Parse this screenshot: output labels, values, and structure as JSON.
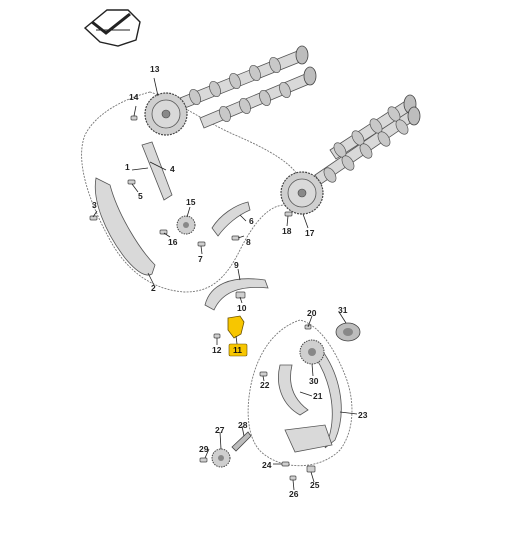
{
  "diagram": {
    "highlight_color": "#f7c600",
    "highlighted_part": "11",
    "logo_icon": "stamp-check-icon",
    "callouts": [
      {
        "id": "1",
        "label": "1"
      },
      {
        "id": "2",
        "label": "2"
      },
      {
        "id": "3",
        "label": "3"
      },
      {
        "id": "4",
        "label": "4"
      },
      {
        "id": "5",
        "label": "5"
      },
      {
        "id": "6",
        "label": "6"
      },
      {
        "id": "7",
        "label": "7"
      },
      {
        "id": "8",
        "label": "8"
      },
      {
        "id": "9",
        "label": "9"
      },
      {
        "id": "10",
        "label": "10"
      },
      {
        "id": "11",
        "label": "11"
      },
      {
        "id": "12",
        "label": "12"
      },
      {
        "id": "13",
        "label": "13"
      },
      {
        "id": "14",
        "label": "14"
      },
      {
        "id": "15",
        "label": "15"
      },
      {
        "id": "16",
        "label": "16"
      },
      {
        "id": "17",
        "label": "17"
      },
      {
        "id": "18",
        "label": "18"
      },
      {
        "id": "20",
        "label": "20"
      },
      {
        "id": "21",
        "label": "21"
      },
      {
        "id": "22",
        "label": "22"
      },
      {
        "id": "23",
        "label": "23"
      },
      {
        "id": "24",
        "label": "24"
      },
      {
        "id": "25",
        "label": "25"
      },
      {
        "id": "26",
        "label": "26"
      },
      {
        "id": "27",
        "label": "27"
      },
      {
        "id": "28",
        "label": "28"
      },
      {
        "id": "29",
        "label": "29"
      },
      {
        "id": "30",
        "label": "30"
      },
      {
        "id": "31",
        "label": "31"
      }
    ]
  }
}
